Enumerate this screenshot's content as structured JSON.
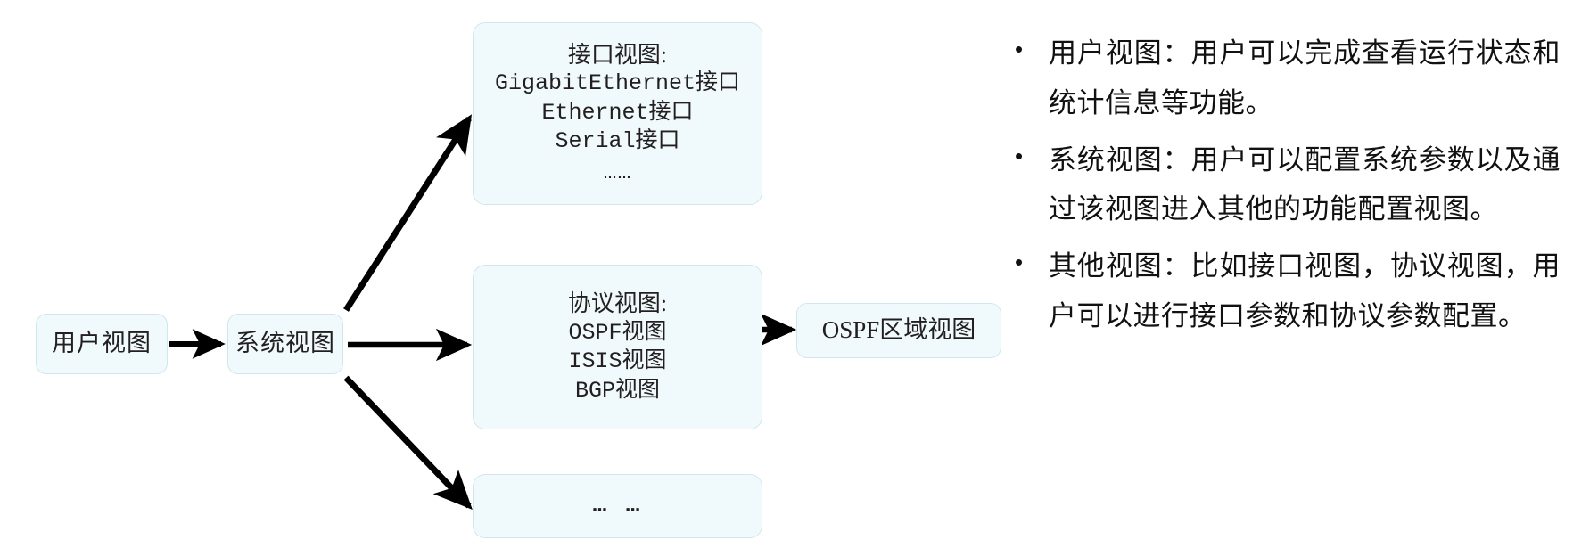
{
  "diagram": {
    "nodes": {
      "user_view": {
        "lines": [
          "用户视图"
        ]
      },
      "system_view": {
        "lines": [
          "系统视图"
        ]
      },
      "interface_view": {
        "title": "接口视图:",
        "lines": [
          "GigabitEthernet接口",
          "Ethernet接口",
          "Serial接口"
        ],
        "ellipsis": "……"
      },
      "protocol_view": {
        "title": "协议视图:",
        "lines": [
          "OSPF视图",
          "ISIS视图",
          "BGP视图"
        ]
      },
      "other_view": {
        "lines": [
          "… …"
        ]
      },
      "ospf_area_view": {
        "lines": [
          "OSPF区域视图"
        ]
      }
    },
    "edges": [
      {
        "from": "user_view",
        "to": "system_view",
        "style": "straight-right"
      },
      {
        "from": "system_view",
        "to": "interface_view",
        "style": "diagonal-up"
      },
      {
        "from": "system_view",
        "to": "protocol_view",
        "style": "straight-right"
      },
      {
        "from": "system_view",
        "to": "other_view",
        "style": "diagonal-down"
      },
      {
        "from": "protocol_view",
        "to": "ospf_area_view",
        "style": "straight-right"
      }
    ]
  },
  "bullets": [
    {
      "marker": "•",
      "text": "用户视图：用户可以完成查看运行状态和统计信息等功能。"
    },
    {
      "marker": "•",
      "text": "系统视图：用户可以配置系统参数以及通过该视图进入其他的功能配置视图。"
    },
    {
      "marker": "•",
      "text": "其他视图：比如接口视图，协议视图，用户可以进行接口参数和协议参数配置。"
    }
  ],
  "colors": {
    "node_fill": "#f0fafd",
    "node_border": "#cfe8f0",
    "arrow": "#000000",
    "text": "#231f20",
    "background": "#ffffff"
  }
}
